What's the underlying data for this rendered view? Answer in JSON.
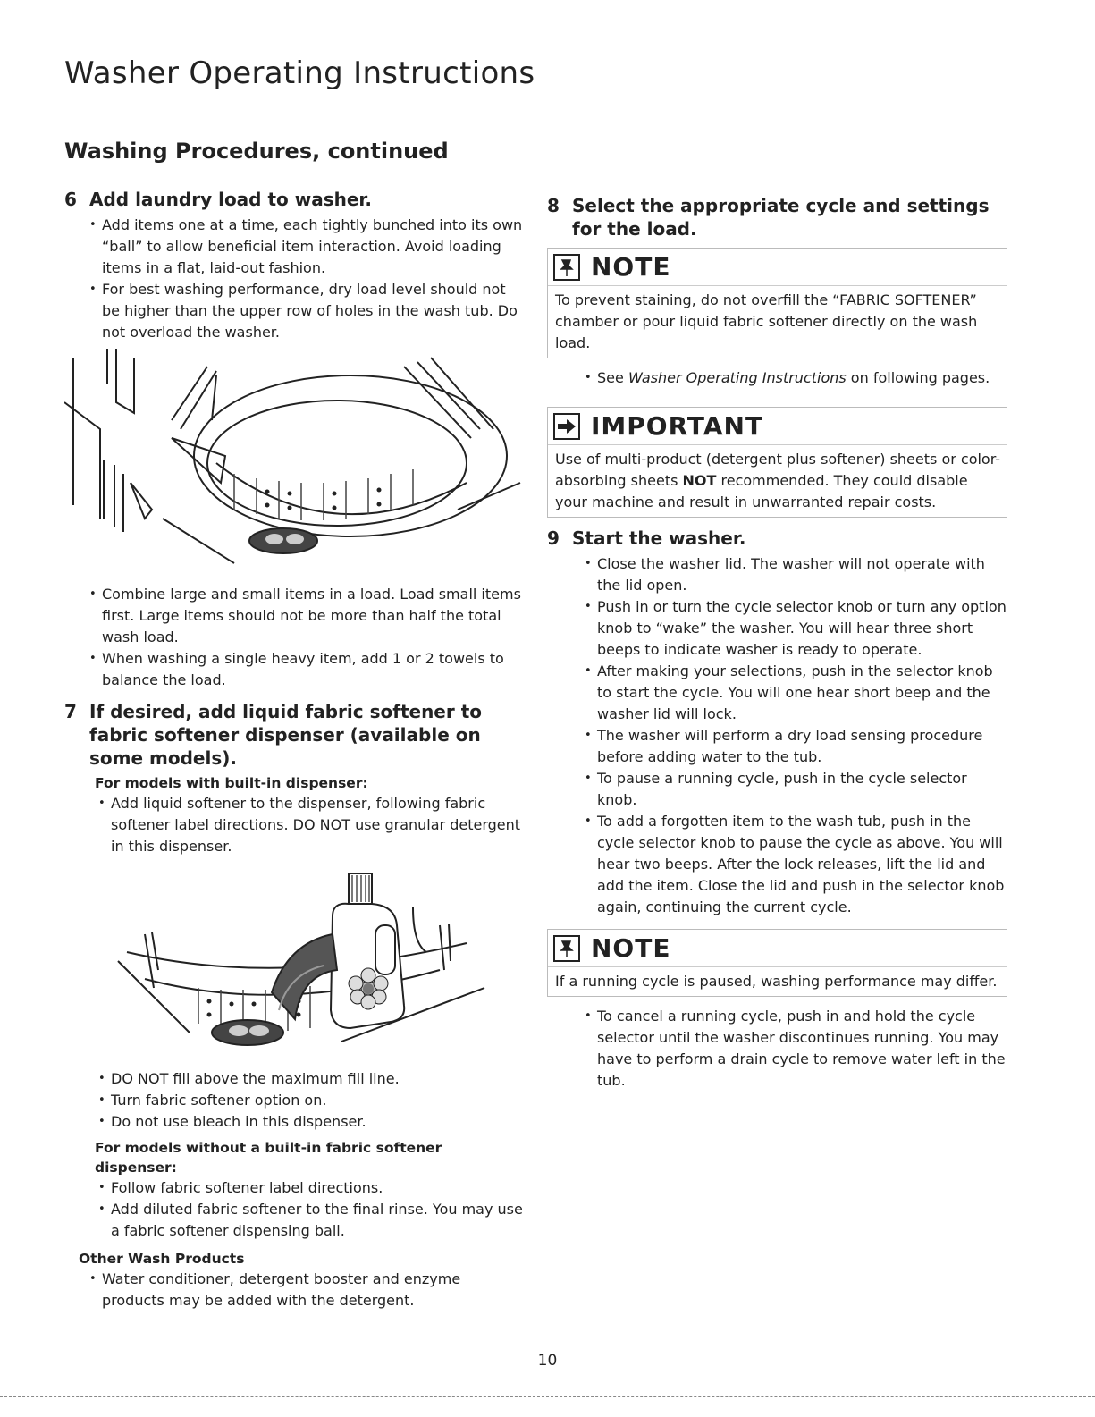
{
  "page": {
    "title": "Washer Operating Instructions",
    "section": "Washing Procedures, continued",
    "page_number": "10"
  },
  "step6": {
    "num": "6",
    "title": "Add laundry load to washer.",
    "bullets_a": [
      "Add items one at a time, each tightly bunched into its own “ball” to allow beneficial item interaction. Avoid loading items in a flat, laid-out fashion.",
      "For best washing performance, dry load level should not be higher than the upper row of holes in the wash tub. Do not overload the washer."
    ],
    "bullets_b": [
      "Combine large and small items in a load. Load small items first. Large items should not be more than half the total wash load.",
      "When washing a single heavy item, add 1 or 2 towels to balance the load."
    ]
  },
  "step7": {
    "num": "7",
    "title": "If desired, add liquid fabric softener to fabric softener dispenser (available on some models).",
    "sub1": "For models with built-in dispenser:",
    "sub1_bullets": [
      "Add liquid softener to the dispenser, following fabric softener label directions. DO NOT use granular detergent in this dispenser."
    ],
    "after_bullets": [
      "DO NOT fill above the maximum fill line.",
      "Turn fabric softener option on.",
      "Do not use bleach in this dispenser."
    ],
    "sub2": "For models without a built-in fabric softener dispenser:",
    "sub2_bullets": [
      "Follow fabric softener label directions.",
      "Add diluted fabric softener to the final rinse. You may use a fabric softener dispensing ball."
    ],
    "other_head": "Other Wash Products",
    "other_bullets": [
      "Water conditioner, detergent booster and enzyme products may be added with the detergent."
    ]
  },
  "step8": {
    "num": "8",
    "title": "Select the appropriate cycle and settings for the load.",
    "note_label": "NOTE",
    "note_text": "To prevent staining, do not overfill the “FABRIC SOFTENER” chamber or pour liquid fabric softener directly on the wash load.",
    "see_prefix": "See ",
    "see_italic": "Washer Operating Instructions",
    "see_suffix": " on following pages.",
    "important_label": "IMPORTANT",
    "important_pre": "Use of multi-product (detergent plus softener) sheets or color-absorbing sheets ",
    "important_bold": "NOT",
    "important_post": " recommended. They could disable your machine and result in unwarranted repair costs."
  },
  "step9": {
    "num": "9",
    "title": "Start the washer.",
    "bullets": [
      "Close the washer lid. The washer will not operate with the lid open.",
      "Push in or turn the cycle selector knob or turn any option knob to “wake” the washer. You will hear three short beeps to indicate washer is ready to operate.",
      "After making your selections, push in the selector knob to start the cycle. You will one hear short beep and the washer lid will lock.",
      "The washer will perform a dry load sensing procedure before adding water to the tub.",
      "To pause a running cycle, push in the cycle selector knob.",
      "To add a forgotten item to the wash tub, push in the cycle selector knob to pause the cycle as above. You will hear two beeps. After the lock releases, lift the lid and add the item. Close the lid and push in the selector knob again, continuing the current cycle."
    ],
    "note_label": "NOTE",
    "note_text": "If a running cycle is paused, washing performance may differ.",
    "after_note_bullets": [
      "To cancel a running cycle, push in and hold the cycle selector until the washer discontinues running. You may have to perform a drain cycle to remove water left in the tub."
    ]
  }
}
